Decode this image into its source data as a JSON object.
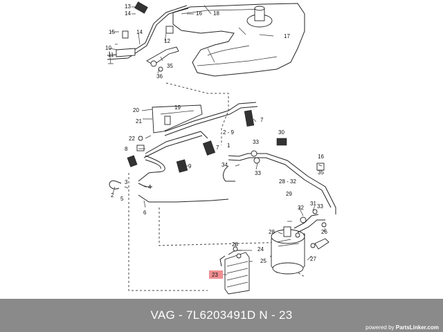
{
  "diagram": {
    "callouts": [
      "1",
      "2",
      "3",
      "4",
      "5",
      "6",
      "7",
      "8",
      "9",
      "10",
      "11",
      "12",
      "13",
      "14",
      "15",
      "16",
      "17",
      "18",
      "19",
      "20",
      "21",
      "22",
      "23",
      "24",
      "25",
      "26",
      "27",
      "28",
      "29",
      "30",
      "31",
      "32",
      "33",
      "34",
      "35",
      "36"
    ],
    "range_labels": [
      "2 - 9",
      "28 - 32"
    ],
    "highlighted_callout": "23",
    "highlight_color": "#f08f92"
  },
  "footer": {
    "part_label": "VAG - 7L6203491D     N - 23",
    "powered_prefix": "powered by",
    "powered_brand": "PartsLinker.com",
    "background_color": "#8a8a8a"
  }
}
